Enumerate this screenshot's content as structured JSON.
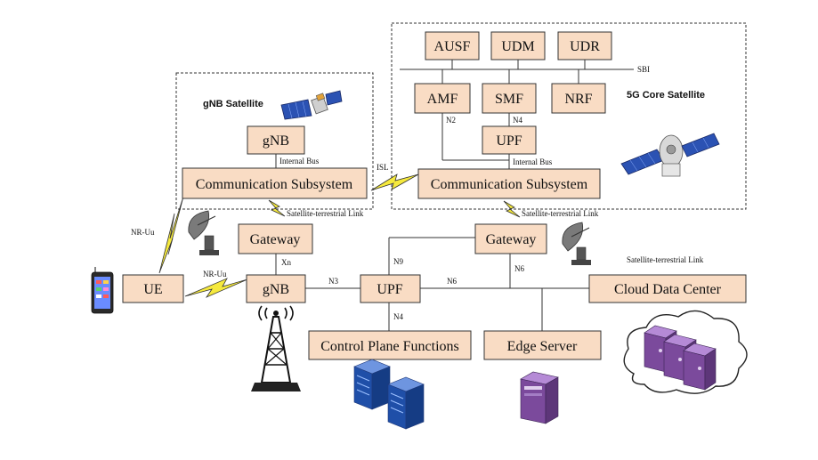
{
  "groups": {
    "gnb_satellite": "gNB Satellite",
    "core_satellite": "5G Core Satellite"
  },
  "nodes": {
    "ausf": "AUSF",
    "udm": "UDM",
    "udr": "UDR",
    "amf": "AMF",
    "smf": "SMF",
    "nrf": "NRF",
    "upf_sat": "UPF",
    "comm_left": "Communication Subsystem",
    "comm_right": "Communication Subsystem",
    "gnb_sat": "gNB",
    "gateway_left": "Gateway",
    "gateway_right": "Gateway",
    "ue": "UE",
    "gnb_ground": "gNB",
    "upf_ground": "UPF",
    "control_plane": "Control Plane Functions",
    "edge_server": "Edge Server",
    "cloud_dc": "Cloud Data Center"
  },
  "links": {
    "sbi": "SBI",
    "n2": "N2",
    "n4_core": "N4",
    "internal_bus_left": "Internal Bus",
    "internal_bus_right": "Internal Bus",
    "isl": "ISL",
    "st_link_left": "Satellite-terrestrial Link",
    "st_link_right": "Satellite-terrestrial Link",
    "st_link_far": "Satellite-terrestrial Link",
    "nr_uu_up": "NR-Uu",
    "nr_uu": "NR-Uu",
    "xn": "Xn",
    "n3": "N3",
    "n9": "N9",
    "n6_a": "N6",
    "n6_b": "N6",
    "n4_ground": "N4"
  },
  "colors": {
    "box_fill": "#f9dcc4",
    "bolt_fill": "#f5e93d",
    "server_blue": "#1f4fa8",
    "server_purple": "#7b4a9c"
  },
  "icons": [
    "satellite-icon",
    "satellite-dish-icon",
    "smartphone-icon",
    "cell-tower-icon",
    "server-rack-icon",
    "server-icon",
    "cloud-icon"
  ]
}
